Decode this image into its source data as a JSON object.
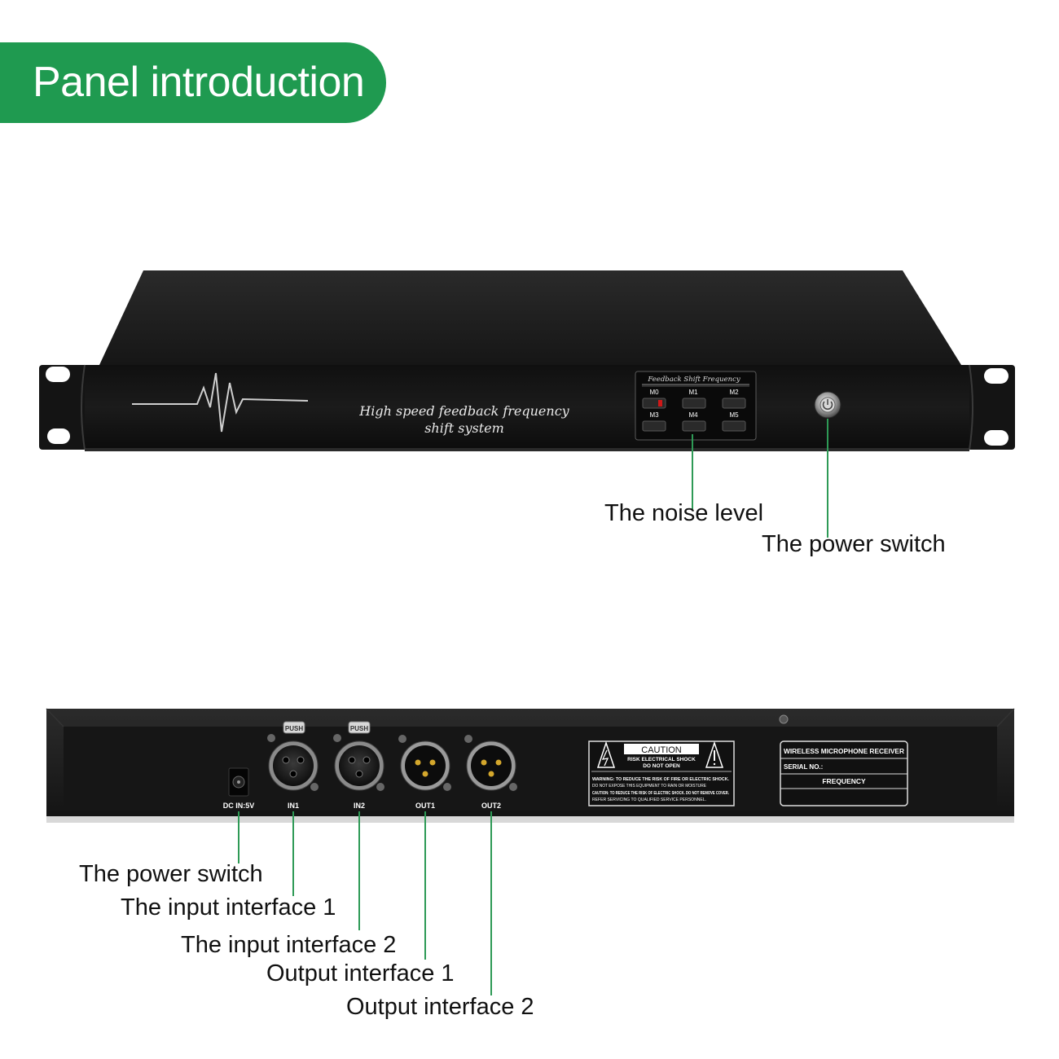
{
  "header": {
    "title": "Panel introduction"
  },
  "front_panel": {
    "brand_line1": "High speed feedback frequency",
    "brand_line2": "shift system",
    "preset_panel": {
      "title": "Feedback Shift Frequency",
      "buttons": [
        "M0",
        "M1",
        "M2",
        "M3",
        "M4",
        "M5"
      ]
    }
  },
  "rear_panel": {
    "ports": {
      "dc": "DC IN:5V",
      "in1": "IN1",
      "in2": "IN2",
      "out1": "OUT1",
      "out2": "OUT2"
    },
    "push_label": "PUSH",
    "caution": {
      "title": "CAUTION",
      "sub1": "RISK ELECTRICAL SHOCK",
      "sub2": "DO NOT OPEN",
      "line1": "WARNING: TO REDUCE THE RISK OF FIRE OR ELECTRIC SHOCK.",
      "line2": "DO NOT EXPOSE THIS EQUIPMENT TO RAIN OR MOISTURE",
      "line3": "CAUTION: TO REDUCE THE RISK OF ELECTRIC SHOCK. DO NOT REMOVE COVER.",
      "line4": "REFER SERVICING TO QUALIFIED SERVICE PERSONNEL."
    },
    "info_label": {
      "title": "WIRELESS MICROPHONE RECEIVER",
      "serial": "SERIAL NO.:",
      "frequency": "FREQUENCY"
    }
  },
  "callouts": {
    "noise_level": "The noise level",
    "power_switch_front": "The power switch",
    "power_switch_rear": "The power switch",
    "input_1": "The input interface 1",
    "input_2": "The input interface 2",
    "output_1": "Output interface 1",
    "output_2": "Output interface 2"
  },
  "colors": {
    "accent": "#1f9a50",
    "leader": "#2e9a56",
    "chassis": "#1b1b1b"
  }
}
